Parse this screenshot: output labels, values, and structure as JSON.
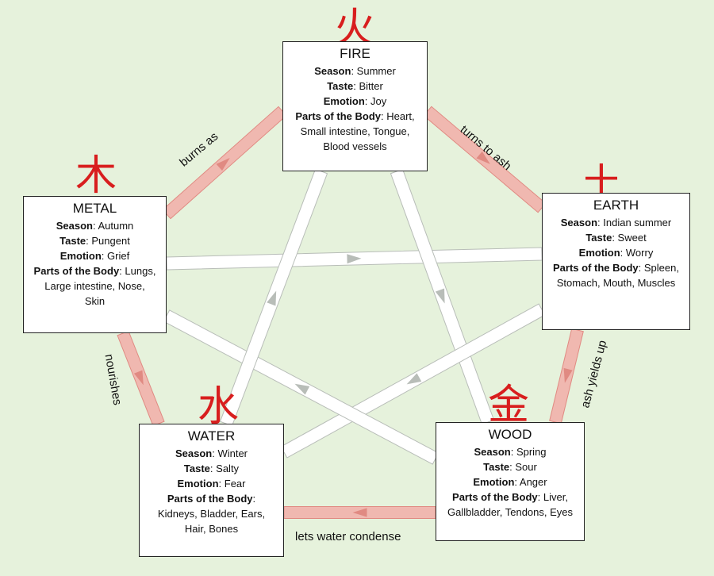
{
  "elements": {
    "fire": {
      "glyph": "火",
      "title": "FIRE",
      "rows": [
        {
          "key": "Season",
          "value": "Summer"
        },
        {
          "key": "Taste",
          "value": "Bitter"
        },
        {
          "key": "Emotion",
          "value": "Joy"
        },
        {
          "key": "Parts of the Body",
          "value": "Heart,"
        },
        {
          "key": "",
          "value": "Small intestine, Tongue,"
        },
        {
          "key": "",
          "value": "Blood vessels"
        }
      ]
    },
    "metal": {
      "glyph": "木",
      "title": "METAL",
      "rows": [
        {
          "key": "Season",
          "value": "Autumn"
        },
        {
          "key": "Taste",
          "value": "Pungent"
        },
        {
          "key": "Emotion",
          "value": "Grief"
        },
        {
          "key": "Parts of the Body",
          "value": "Lungs,"
        },
        {
          "key": "",
          "value": "Large intestine, Nose,"
        },
        {
          "key": "",
          "value": "Skin"
        }
      ]
    },
    "earth": {
      "glyph": "土",
      "title": "EARTH",
      "rows": [
        {
          "key": "Season",
          "value": "Indian summer"
        },
        {
          "key": "Taste",
          "value": "Sweet"
        },
        {
          "key": "Emotion",
          "value": "Worry"
        },
        {
          "key": "Parts of the Body",
          "value": "Spleen,"
        },
        {
          "key": "",
          "value": "Stomach, Mouth, Muscles"
        }
      ]
    },
    "water": {
      "glyph": "水",
      "title": "WATER",
      "rows": [
        {
          "key": "Season",
          "value": "Winter"
        },
        {
          "key": "Taste",
          "value": "Salty"
        },
        {
          "key": "Emotion",
          "value": "Fear"
        },
        {
          "key": "Parts of the Body",
          "value": ""
        },
        {
          "key": "",
          "value": "Kidneys, Bladder, Ears,"
        },
        {
          "key": "",
          "value": "Hair, Bones"
        }
      ]
    },
    "wood": {
      "glyph": "金",
      "title": "WOOD",
      "rows": [
        {
          "key": "Season",
          "value": "Spring"
        },
        {
          "key": "Taste",
          "value": "Sour"
        },
        {
          "key": "Emotion",
          "value": "Anger"
        },
        {
          "key": "Parts of the Body",
          "value": "Liver,"
        },
        {
          "key": "",
          "value": "Gallbladder, Tendons, Eyes"
        }
      ]
    }
  },
  "cycle_labels": {
    "metal_fire": "burns as",
    "fire_earth": "turns to ash",
    "earth_wood": "ash yields up",
    "metal_water": "nourishes",
    "wood_water": "lets water condense"
  },
  "colors": {
    "background": "#e6f2dc",
    "outer_arrow": "#f0b8b0",
    "outer_arrow_edge": "#e08a82",
    "inner_arrow": "#ffffff",
    "inner_arrow_edge": "#b8bdb8",
    "glyph": "#d81e1e"
  }
}
